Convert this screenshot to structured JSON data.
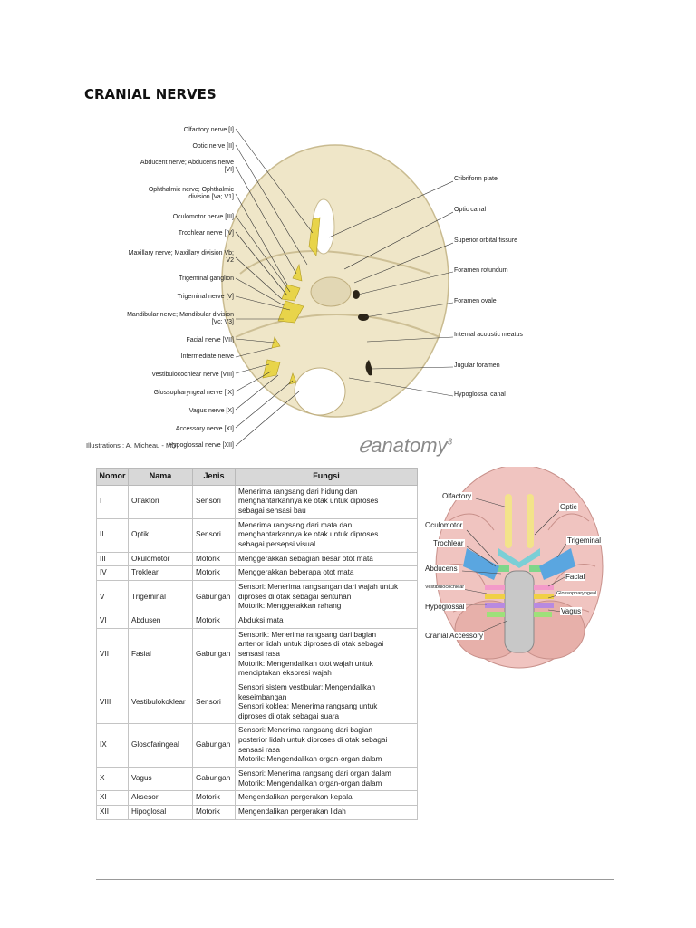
{
  "title": "CRANIAL NERVES",
  "figure1": {
    "left_labels": [
      {
        "lines": [
          "Olfactory nerve [I]"
        ]
      },
      {
        "lines": [
          "Optic nerve [II]"
        ]
      },
      {
        "lines": [
          "Abducent nerve; Abducens nerve",
          "[VI]"
        ]
      },
      {
        "lines": [
          "Ophthalmic nerve; Ophthalmic",
          "division [Va; V1]"
        ]
      },
      {
        "lines": [
          "Oculomotor nerve [III]"
        ]
      },
      {
        "lines": [
          "Trochlear nerve [IV]"
        ]
      },
      {
        "lines": [
          "Maxillary nerve; Maxillary division Vb;",
          "V2"
        ]
      },
      {
        "lines": [
          "Trigeminal ganglion"
        ]
      },
      {
        "lines": [
          "Trigeminal nerve [V]"
        ]
      },
      {
        "lines": [
          "Mandibular nerve; Mandibular division",
          "[Vc; V3]"
        ]
      },
      {
        "lines": [
          "Facial nerve [VII]"
        ]
      },
      {
        "lines": [
          "Intermediate nerve"
        ]
      },
      {
        "lines": [
          "Vestibulocochlear nerve [VIII]"
        ]
      },
      {
        "lines": [
          "Glossopharyngeal nerve [IX]"
        ]
      },
      {
        "lines": [
          "Vagus nerve [X]"
        ]
      },
      {
        "lines": [
          "Accessory nerve [XI]"
        ]
      },
      {
        "lines": [
          "Hypoglossal nerve [XII]"
        ]
      }
    ],
    "right_labels": [
      "Cribriform plate",
      "Optic canal",
      "Superior orbital fissure",
      "Foramen rotundum",
      "Foramen ovale",
      "Internal acoustic meatus",
      "Jugular foramen",
      "Hypoglossal canal"
    ],
    "credit": "Illustrations : A. Micheau - MD",
    "logo_text": "anatomy",
    "logo_sup": "3"
  },
  "table": {
    "headers": [
      "Nomor",
      "Nama",
      "Jenis",
      "Fungsi"
    ],
    "rows": [
      {
        "num": "I",
        "name": "Olfaktori",
        "jenis": "Sensori",
        "fungsi": [
          "Menerima rangsang dari hidung dan",
          "menghantarkannya ke otak untuk diproses",
          "sebagai sensasi bau"
        ]
      },
      {
        "num": "II",
        "name": "Optik",
        "jenis": "Sensori",
        "fungsi": [
          "Menerima rangsang dari mata dan",
          "menghantarkannya ke otak untuk diproses",
          "sebagai persepsi visual"
        ]
      },
      {
        "num": "III",
        "name": "Okulomotor",
        "jenis": "Motorik",
        "fungsi": [
          "Menggerakkan sebagian besar otot mata"
        ]
      },
      {
        "num": "IV",
        "name": "Troklear",
        "jenis": "Motorik",
        "fungsi": [
          "Menggerakkan beberapa otot mata"
        ]
      },
      {
        "num": "V",
        "name": "Trigeminal",
        "jenis": "Gabungan",
        "fungsi": [
          "Sensori: Menerima rangsangan dari wajah untuk",
          "diproses di otak sebagai sentuhan",
          "Motorik: Menggerakkan rahang"
        ]
      },
      {
        "num": "VI",
        "name": "Abdusen",
        "jenis": "Motorik",
        "fungsi": [
          "Abduksi mata"
        ]
      },
      {
        "num": "VII",
        "name": "Fasial",
        "jenis": "Gabungan",
        "fungsi": [
          "Sensorik: Menerima rangsang dari bagian",
          "anterior lidah untuk diproses di otak sebagai",
          "sensasi rasa",
          "Motorik: Mengendalikan otot wajah untuk",
          "menciptakan ekspresi wajah"
        ]
      },
      {
        "num": "VIII",
        "name": "Vestibulokoklear",
        "jenis": "Sensori",
        "fungsi": [
          "Sensori sistem vestibular: Mengendalikan",
          "keseimbangan",
          "Sensori koklea: Menerima rangsang untuk",
          "diproses di otak sebagai suara"
        ]
      },
      {
        "num": "IX",
        "name": "Glosofaringeal",
        "jenis": "Gabungan",
        "fungsi": [
          "Sensori: Menerima rangsang dari bagian",
          "posterior lidah untuk diproses di otak sebagai",
          "sensasi rasa",
          "Motorik: Mengendalikan organ-organ dalam"
        ]
      },
      {
        "num": "X",
        "name": "Vagus",
        "jenis": "Gabungan",
        "fungsi": [
          "Sensori: Menerima rangsang dari organ dalam",
          "Motorik: Mengendalikan organ-organ dalam"
        ]
      },
      {
        "num": "XI",
        "name": "Aksesori",
        "jenis": "Motorik",
        "fungsi": [
          "Mengendalikan pergerakan kepala"
        ]
      },
      {
        "num": "XII",
        "name": "Hipoglosal",
        "jenis": "Motorik",
        "fungsi": [
          "Mengendalikan pergerakan lidah"
        ]
      }
    ]
  },
  "figure2": {
    "labels": [
      "Olfactory",
      "Optic",
      "Oculomotor",
      "Trochlear",
      "Trigeminal",
      "Abducens",
      "Facial",
      "Vestibulocochlear",
      "Glossopharyngeal",
      "Hypoglossal",
      "Vagus",
      "Cranial Accessory"
    ]
  },
  "colors": {
    "bone": "#efe6c8",
    "nerve_yellow": "#e8d44a",
    "title": "#111111",
    "link_red": "#9b3a1e",
    "header_gray": "#d8d8d8"
  }
}
